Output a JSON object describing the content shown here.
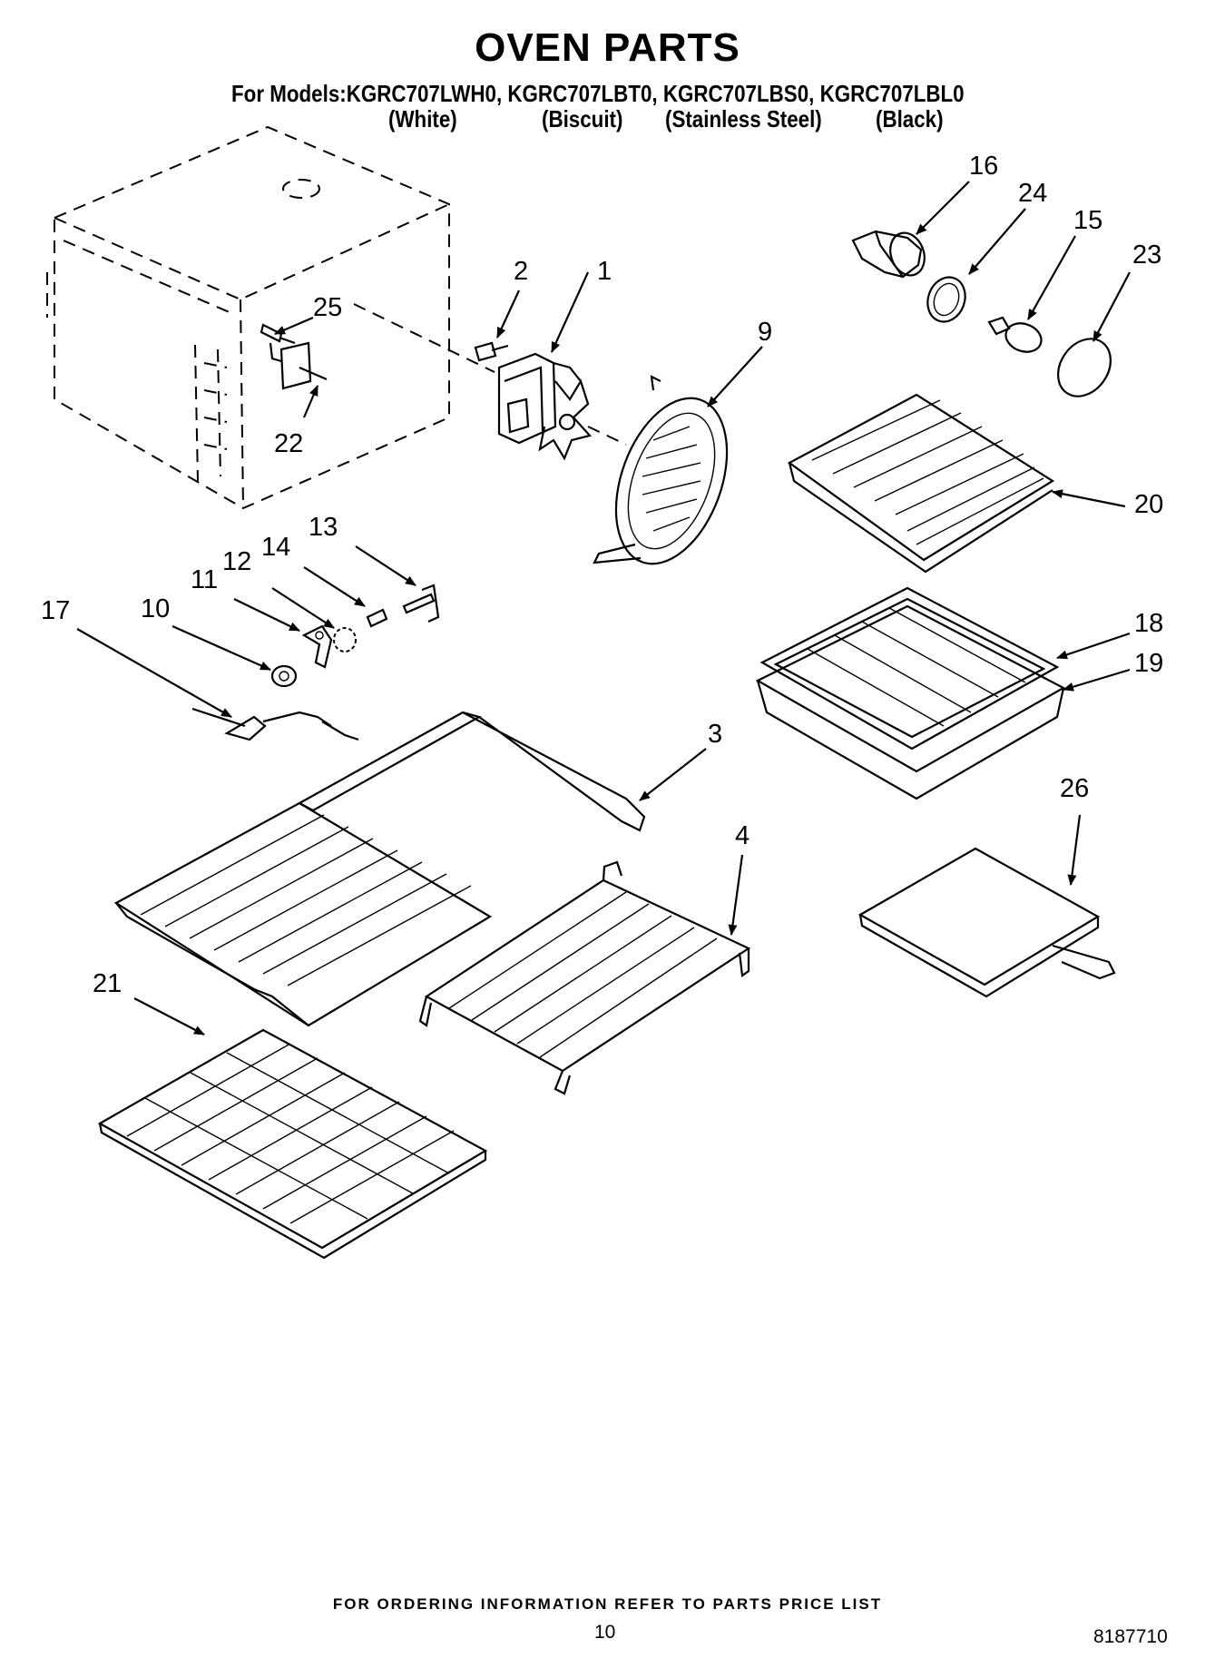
{
  "header": {
    "title": "OVEN PARTS",
    "models_line": "For Models:KGRC707LWH0, KGRC707LBT0, KGRC707LBS0, KGRC707LBL0",
    "colors": [
      "(White)",
      "(Biscuit)",
      "(Stainless Steel)",
      "(Black)"
    ]
  },
  "callouts": [
    "1",
    "2",
    "3",
    "4",
    "9",
    "10",
    "11",
    "12",
    "13",
    "14",
    "15",
    "16",
    "17",
    "18",
    "19",
    "20",
    "21",
    "22",
    "23",
    "24",
    "25",
    "26"
  ],
  "footer": {
    "note": "FOR ORDERING INFORMATION REFER TO PARTS PRICE LIST",
    "page_number": "10",
    "doc_number": "8187710"
  }
}
